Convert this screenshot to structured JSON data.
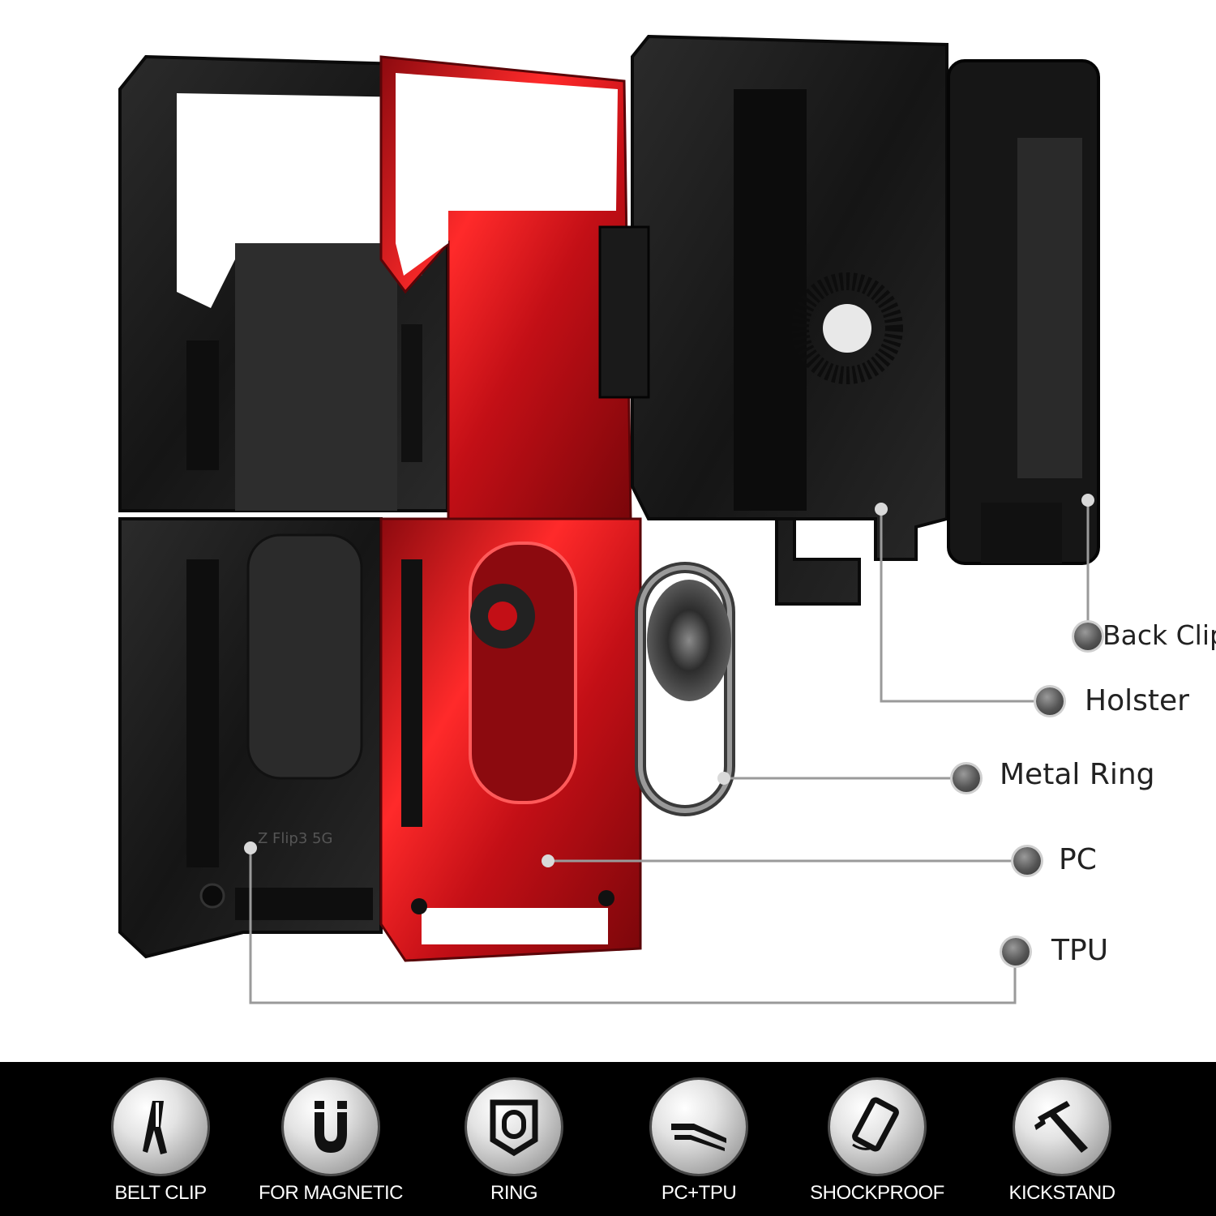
{
  "parts": {
    "back_clip": "Back Clip",
    "holster": "Holster",
    "metal_ring": "Metal Ring",
    "pc": "PC",
    "tpu": "TPU"
  },
  "device_engraving": "Z Flip3 5G",
  "features": [
    {
      "label": "BELT CLIP",
      "icon": "belt-clip-icon"
    },
    {
      "label": "FOR MAGNETIC",
      "icon": "magnet-icon"
    },
    {
      "label": "RING",
      "icon": "ring-icon"
    },
    {
      "label": "PC+TPU",
      "icon": "layers-icon"
    },
    {
      "label": "SHOCKPROOF",
      "icon": "shockproof-phone-icon"
    },
    {
      "label": "KICKSTAND",
      "icon": "kickstand-icon"
    }
  ],
  "colors": {
    "tpu_black": "#1a1a1a",
    "pc_red": "#d4141b",
    "leader_line": "#9a9a9a",
    "feature_bar": "#000000"
  }
}
